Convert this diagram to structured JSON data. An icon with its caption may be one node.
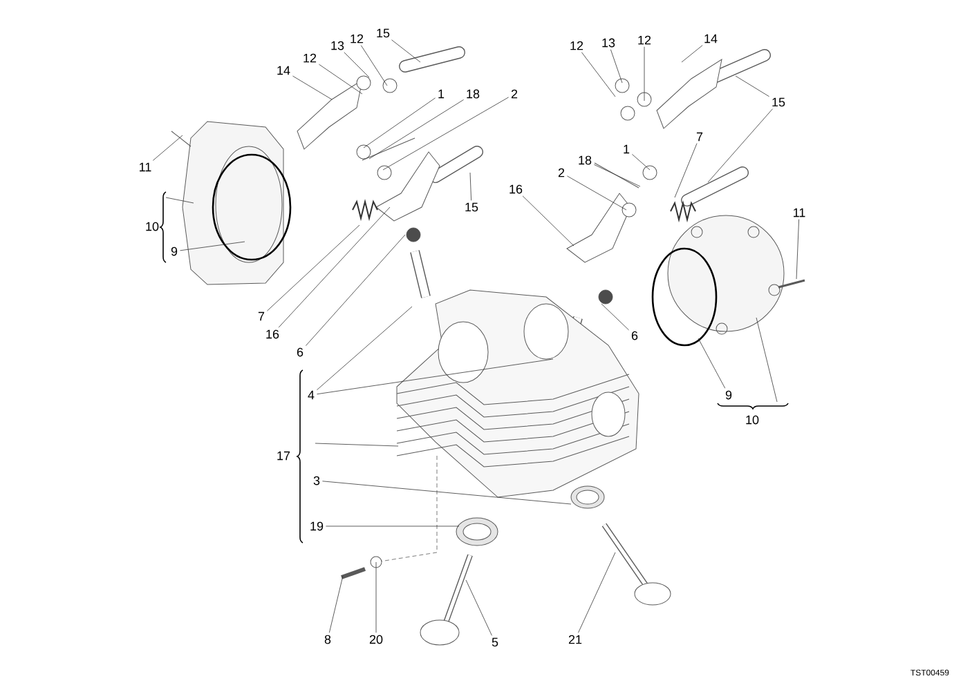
{
  "diagram": {
    "nodes": [
      {
        "text": [
          "15"
        ]
      },
      {
        "text": [
          "12"
        ]
      },
      {
        "text": [
          "13"
        ]
      },
      {
        "text": [
          "12"
        ]
      },
      {
        "text": [
          "14"
        ]
      },
      {
        "text": [
          "12"
        ]
      },
      {
        "text": [
          "13"
        ]
      },
      {
        "text": [
          "12"
        ]
      },
      {
        "text": [
          "14"
        ]
      },
      {
        "text": [
          "1"
        ]
      },
      {
        "text": [
          "18"
        ]
      },
      {
        "text": [
          "2"
        ]
      },
      {
        "text": [
          "15"
        ]
      },
      {
        "text": [
          "7"
        ]
      },
      {
        "text": [
          "1"
        ]
      },
      {
        "text": [
          "18"
        ]
      },
      {
        "text": [
          "11"
        ]
      },
      {
        "text": [
          "2"
        ]
      },
      {
        "text": [
          "16"
        ]
      },
      {
        "text": [
          "15"
        ]
      },
      {
        "text": [
          "11"
        ]
      },
      {
        "text": [
          "10"
        ]
      },
      {
        "text": [
          "9"
        ]
      },
      {
        "text": [
          "7"
        ]
      },
      {
        "text": [
          "16"
        ]
      },
      {
        "text": [
          "6"
        ]
      },
      {
        "text": [
          "6"
        ]
      },
      {
        "text": [
          "4"
        ]
      },
      {
        "text": [
          "9"
        ]
      },
      {
        "text": [
          "10"
        ]
      },
      {
        "text": [
          "17"
        ]
      },
      {
        "text": [
          "3"
        ]
      },
      {
        "text": [
          "19"
        ]
      },
      {
        "text": [
          "8"
        ]
      },
      {
        "text": [
          "20"
        ]
      },
      {
        "text": [
          "5"
        ]
      },
      {
        "text": [
          "21"
        ]
      }
    ],
    "edges": [
      {
        "from": 0,
        "to": null,
        "arrow": "none"
      },
      {
        "from": 1,
        "to": null,
        "arrow": "none"
      },
      {
        "from": 2,
        "to": null,
        "arrow": "none"
      },
      {
        "from": 3,
        "to": null,
        "arrow": "none"
      },
      {
        "from": 4,
        "to": null,
        "arrow": "none"
      },
      {
        "from": 5,
        "to": null,
        "arrow": "none"
      },
      {
        "from": 6,
        "to": null,
        "arrow": "none"
      },
      {
        "from": 7,
        "to": null,
        "arrow": "none"
      },
      {
        "from": 8,
        "to": null,
        "arrow": "none"
      },
      {
        "from": 9,
        "to": null,
        "arrow": "none"
      },
      {
        "from": 10,
        "to": null,
        "arrow": "none"
      },
      {
        "from": 11,
        "to": null,
        "arrow": "none"
      },
      {
        "from": 12,
        "to": null,
        "arrow": "none"
      },
      {
        "from": 12,
        "to": null,
        "arrow": "none"
      },
      {
        "from": 13,
        "to": null,
        "arrow": "none"
      },
      {
        "from": 14,
        "to": null,
        "arrow": "none"
      },
      {
        "from": 15,
        "to": null,
        "arrow": "none"
      },
      {
        "from": 16,
        "to": null,
        "arrow": "none"
      },
      {
        "from": 17,
        "to": null,
        "arrow": "none"
      },
      {
        "from": 18,
        "to": null,
        "arrow": "none"
      },
      {
        "from": 19,
        "to": null,
        "arrow": "none"
      },
      {
        "from": 20,
        "to": null,
        "arrow": "none"
      },
      {
        "from": 21,
        "to": null,
        "arrow": "none"
      },
      {
        "from": 22,
        "to": null,
        "arrow": "none"
      },
      {
        "from": 23,
        "to": null,
        "arrow": "none"
      },
      {
        "from": 24,
        "to": null,
        "arrow": "none"
      },
      {
        "from": 25,
        "to": null,
        "arrow": "none"
      },
      {
        "from": 26,
        "to": null,
        "arrow": "none"
      },
      {
        "from": 27,
        "to": null,
        "arrow": "none"
      },
      {
        "from": 27,
        "to": null,
        "arrow": "none"
      },
      {
        "from": 28,
        "to": null,
        "arrow": "none"
      },
      {
        "from": 29,
        "to": null,
        "arrow": "none"
      },
      {
        "from": 30,
        "to": null,
        "arrow": "none"
      },
      {
        "from": 31,
        "to": null,
        "arrow": "none"
      },
      {
        "from": 32,
        "to": null,
        "arrow": "none"
      },
      {
        "from": 33,
        "to": null,
        "arrow": "none"
      },
      {
        "from": 34,
        "to": null,
        "arrow": "none"
      },
      {
        "from": 35,
        "to": null,
        "arrow": "none"
      },
      {
        "from": 36,
        "to": null,
        "arrow": "none"
      }
    ],
    "labels": [
      "TST00459"
    ]
  }
}
